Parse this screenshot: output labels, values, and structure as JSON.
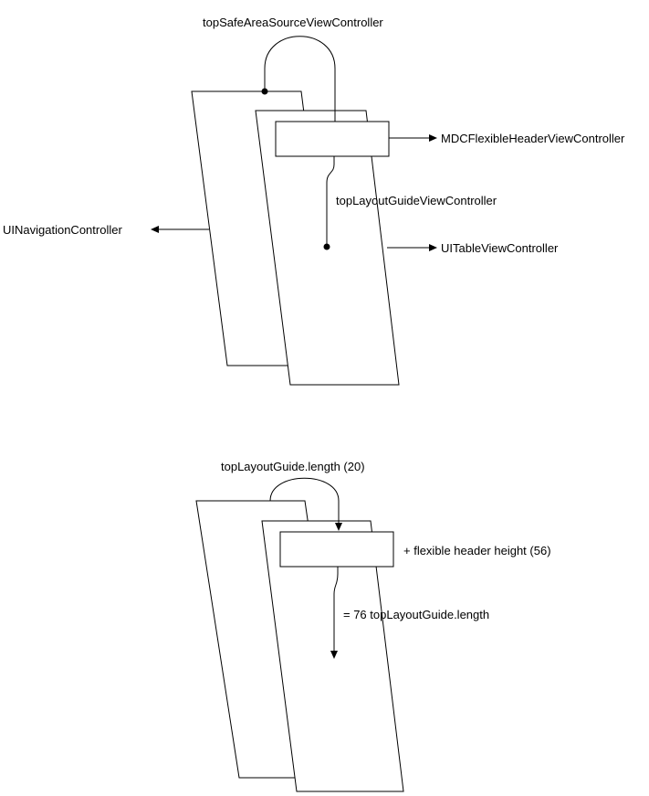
{
  "top_diagram": {
    "safe_area_label": "topSafeAreaSourceViewController",
    "flexible_header_label": "MDCFlexibleHeaderViewController",
    "layout_guide_label": "topLayoutGuideViewController",
    "navigation_label": "UINavigationController",
    "table_label": "UITableViewController"
  },
  "bottom_diagram": {
    "length_label": "topLayoutGuide.length (20)",
    "header_height_label": "+ flexible header height (56)",
    "total_label": "= 76 topLayoutGuide.length"
  }
}
